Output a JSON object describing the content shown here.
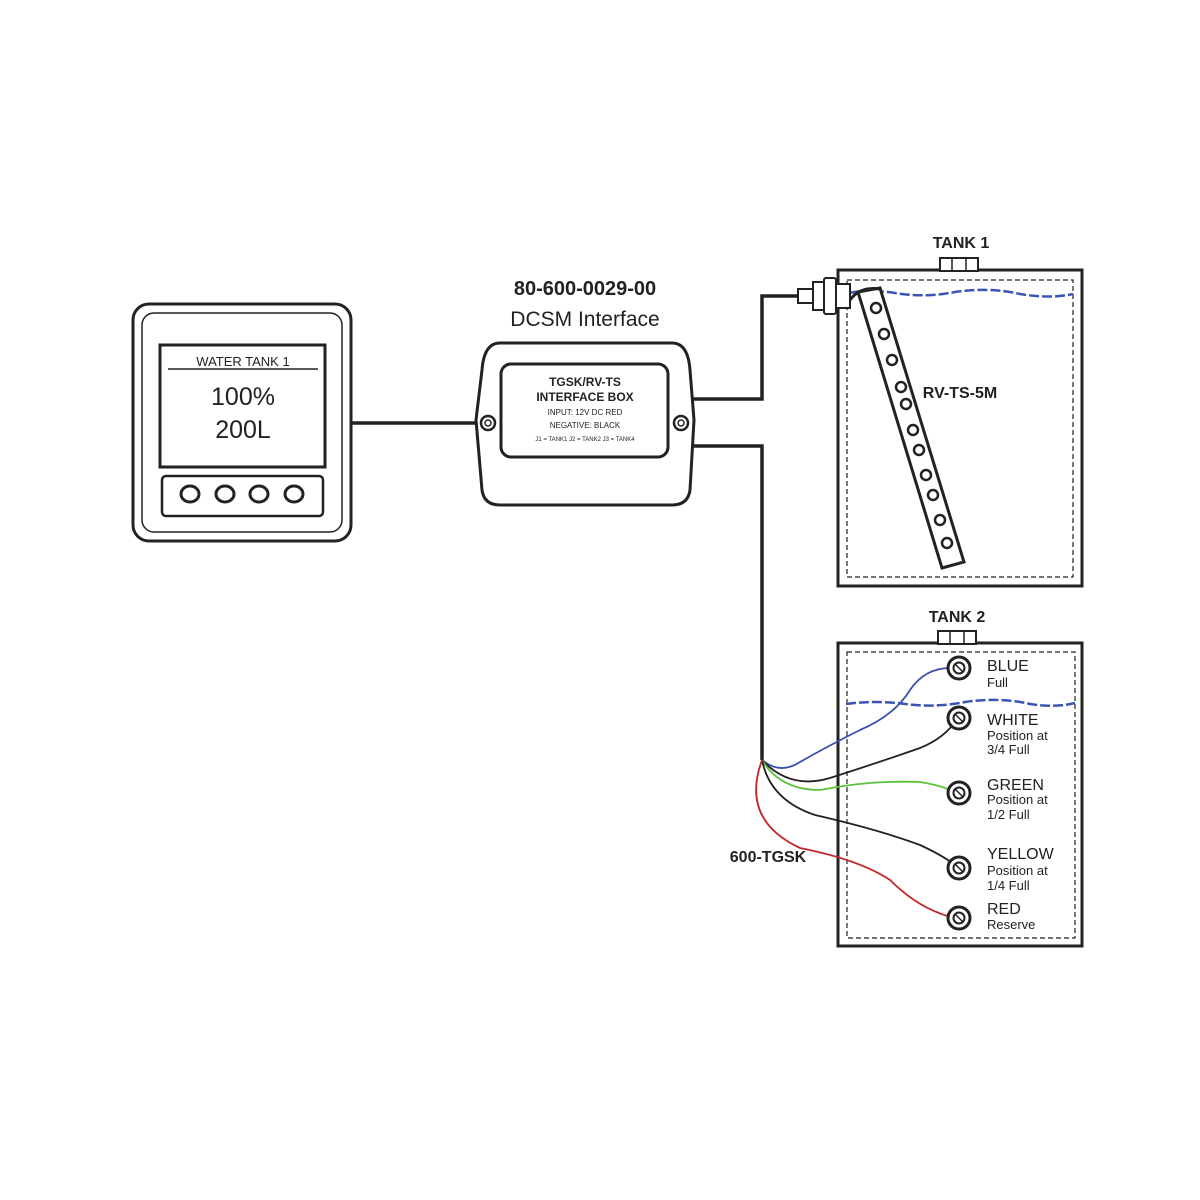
{
  "display": {
    "title": "WATER TANK 1",
    "percent": "100%",
    "volume": "200L"
  },
  "interface": {
    "part_number": "80-600-0029-00",
    "name": "DCSM Interface",
    "label_line1": "TGSK/RV-TS",
    "label_line2": "INTERFACE BOX",
    "input_line": "INPUT: 12V DC RED",
    "negative_line": "NEGATIVE: BLACK",
    "jumper_line": "J1 = TANK1   J2 = TANK2   J3 = TANK4"
  },
  "tank1": {
    "title": "TANK 1",
    "sensor": "RV-TS-5M"
  },
  "tank2": {
    "title": "TANK 2",
    "harness": "600-TGSK",
    "sensors": [
      {
        "color_name": "BLUE",
        "lines": [
          "Full"
        ],
        "wire": "#3a4fb0"
      },
      {
        "color_name": "WHITE",
        "lines": [
          "Position at",
          "3/4 Full"
        ],
        "wire": "#222222"
      },
      {
        "color_name": "GREEN",
        "lines": [
          "Position at",
          "1/2 Full"
        ],
        "wire": "#5cc13a"
      },
      {
        "color_name": "YELLOW",
        "lines": [
          "Position at",
          "1/4 Full"
        ],
        "wire": "#222222"
      },
      {
        "color_name": "RED",
        "lines": [
          "Reserve"
        ],
        "wire": "#c0282a"
      }
    ]
  },
  "colors": {
    "water_line": "#3a55b5",
    "outline": "#222222"
  }
}
